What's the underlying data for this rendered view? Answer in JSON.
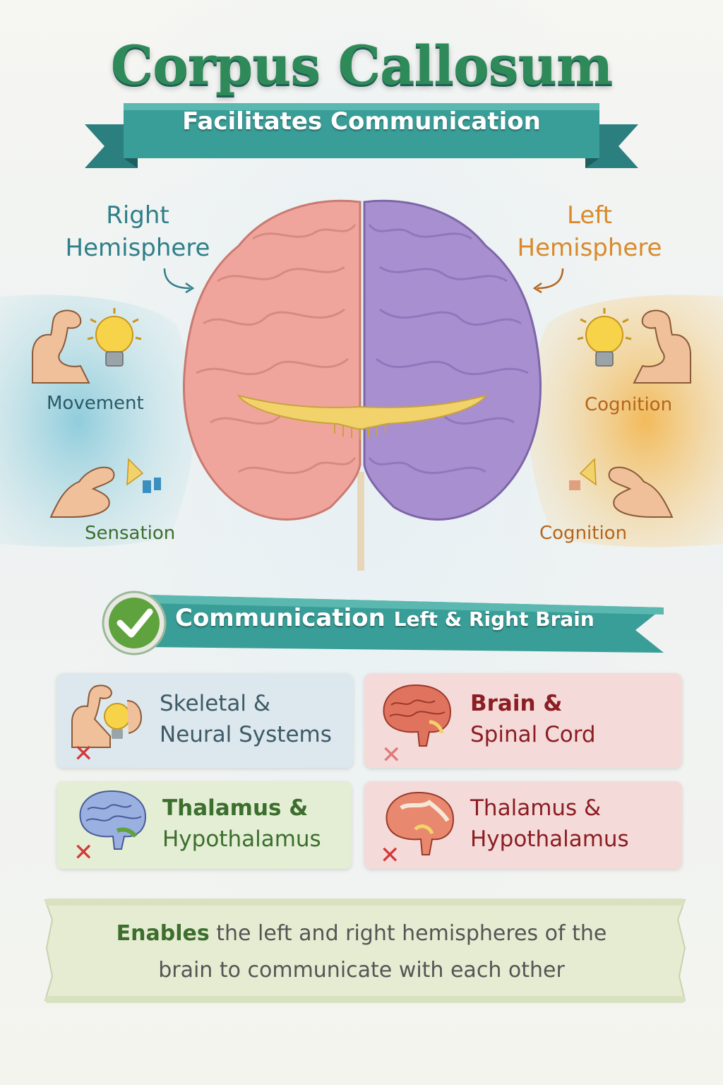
{
  "title": "Corpus Callosum",
  "subtitle": "Facilitates Communication",
  "hemispheres": {
    "right": {
      "line1": "Right",
      "line2": "Hemisphere"
    },
    "left": {
      "line1": "Left",
      "line2": "Hemisphere"
    }
  },
  "right_functions": [
    "Movement",
    "Sensation"
  ],
  "left_functions": [
    "Cognition",
    "Cognition"
  ],
  "banner": {
    "main": "Communication",
    "rest": "Left & Right Brain"
  },
  "cards": [
    {
      "line1": "Skeletal &",
      "line2": "Neural Systems"
    },
    {
      "line1": "Brain &",
      "line2": "Spinal Cord"
    },
    {
      "line1": "Thalamus &",
      "line2": "Hypothalamus"
    },
    {
      "line1": "Thalamus &",
      "line2": "Hypothalamus"
    }
  ],
  "footer": {
    "strong": "Enables",
    "rest_line1": " the left and right hemispheres of the",
    "line2": "brain to communicate with each other"
  },
  "icons": [
    "flexed-arm-icon",
    "light-bulb-icon",
    "hand-pinch-icon",
    "check-icon",
    "x-mark-icon",
    "brain-icon"
  ],
  "colors": {
    "title": "#2f8a5a",
    "ribbon": "#3a9e98",
    "right_hemisphere": "#f0a59c",
    "left_hemisphere": "#a88fd0",
    "corpus_callosum": "#f2d36b",
    "right_text": "#2f7f88",
    "left_text": "#d98a2b"
  }
}
